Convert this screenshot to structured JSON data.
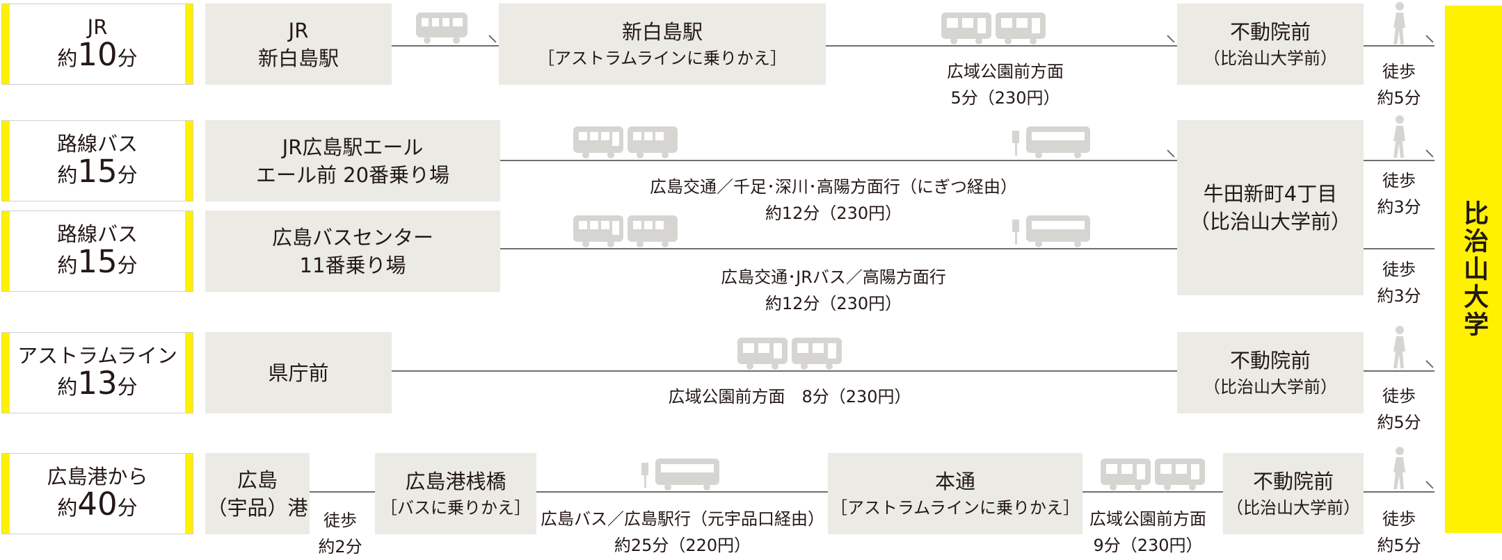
{
  "destination": "比治山大学",
  "colors": {
    "accent": "#fff100",
    "box": "#ebeae5",
    "line": "#6e6e6e",
    "icon": "#d6d5d1"
  },
  "routes": [
    {
      "name": "JR",
      "time_prefix": "約",
      "time_num": "10",
      "time_suffix": "分"
    },
    {
      "name": "路線バス",
      "time_prefix": "約",
      "time_num": "15",
      "time_suffix": "分"
    },
    {
      "name": "路線バス",
      "time_prefix": "約",
      "time_num": "15",
      "time_suffix": "分"
    },
    {
      "name": "アストラムライン",
      "time_prefix": "約",
      "time_num": "13",
      "time_suffix": "分"
    },
    {
      "name": "広島港から",
      "time_prefix": "約",
      "time_num": "40",
      "time_suffix": "分"
    }
  ],
  "stops": {
    "jr_shinhakushima": {
      "l1": "JR",
      "l2": "新白島駅"
    },
    "shinhakushima": {
      "l1": "新白島駅",
      "l2": "［アストラムラインに乗りかえ］"
    },
    "fudoin_1": {
      "l1": "不動院前",
      "l2": "（比治山大学前）"
    },
    "jr_hiroshima_ale": {
      "l1": "JR広島駅エール",
      "l2": "エール前 20番乗り場"
    },
    "bus_center": {
      "l1": "広島バスセンター",
      "l2": "11番乗り場"
    },
    "ushita": {
      "l1": "牛田新町4丁目",
      "l2": "（比治山大学前）"
    },
    "kencho": {
      "l1": "県庁前"
    },
    "fudoin_4": {
      "l1": "不動院前",
      "l2": "（比治山大学前）"
    },
    "ujina": {
      "l1": "広島",
      "l2": "（宇品）港"
    },
    "sanbashi": {
      "l1": "広島港桟橋",
      "l2": "［バスに乗りかえ］"
    },
    "hondori": {
      "l1": "本通",
      "l2": "［アストラムラインに乗りかえ］"
    },
    "fudoin_5": {
      "l1": "不動院前",
      "l2": "（比治山大学前）"
    }
  },
  "captions": {
    "r1_astram": {
      "l1": "広域公園前方面",
      "l2": "5分（230円）"
    },
    "r1_walk": {
      "l1": "徒歩",
      "l2": "約5分"
    },
    "r2_bus": {
      "l1": "広島交通／千足･深川･高陽方面行（にぎつ経由）",
      "l2": "約12分（230円）"
    },
    "r2_walk": {
      "l1": "徒歩",
      "l2": "約3分"
    },
    "r3_bus": {
      "l1": "広島交通･JRバス／高陽方面行",
      "l2": "約12分（230円）"
    },
    "r3_walk": {
      "l1": "徒歩",
      "l2": "約3分"
    },
    "r4_astram": {
      "l1": "広域公園前方面　8分（230円）"
    },
    "r4_walk": {
      "l1": "徒歩",
      "l2": "約5分"
    },
    "r5_walk1": {
      "l1": "徒歩",
      "l2": "約2分"
    },
    "r5_bus": {
      "l1": "広島バス／広島駅行（元宇品口経由）",
      "l2": "約25分（220円）"
    },
    "r5_astram": {
      "l1": "広域公園前方面",
      "l2": "9分（230円）"
    },
    "r5_walk2": {
      "l1": "徒歩",
      "l2": "約5分"
    }
  }
}
